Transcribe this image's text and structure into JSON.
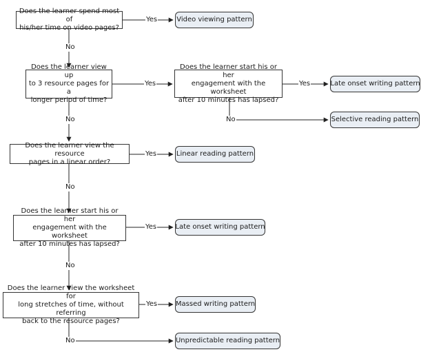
{
  "questions": [
    "Does the learner spend most of\nhis/her time on video pages?",
    "Does the learner view up\nto 3 resource pages for a\nlonger period of time?",
    "Does the learner start his or her\nengagement with the worksheet\nafter 10 minutes has lapsed?",
    "Does the learner view the resource\npages in a linear order?",
    "Does the learner start his or her\nengagement with the worksheet\nafter 10 minutes has lapsed?",
    "Does the learner view the worksheet for\nlong stretches of time, without referring\nback to the resource pages?"
  ],
  "outcomes": [
    "Video viewing pattern",
    "Late onset writing pattern",
    "Selective reading pattern",
    "Linear reading pattern",
    "Late onset writing pattern",
    "Massed writing pattern",
    "Unpredictable reading pattern"
  ],
  "labels": {
    "yes": "Yes",
    "no": "No"
  }
}
